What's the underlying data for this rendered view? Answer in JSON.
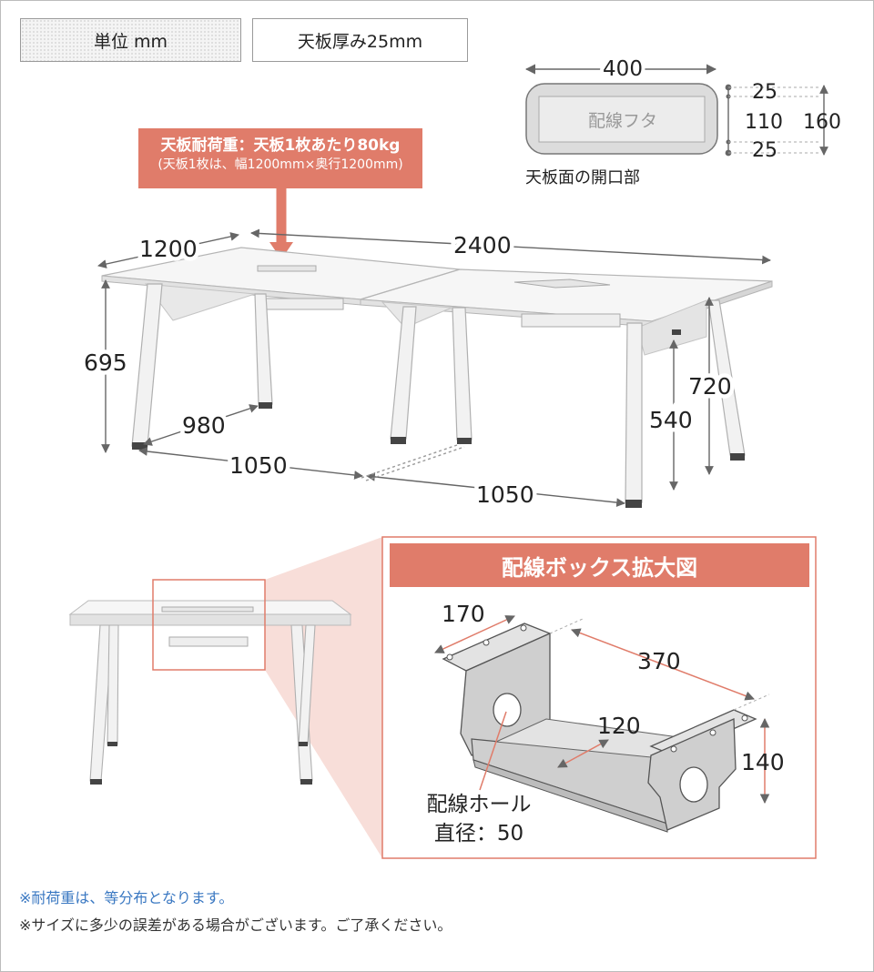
{
  "header": {
    "unit_label": "単位 mm",
    "thickness_label": "天板厚み25mm"
  },
  "load_callout": {
    "title": "天板耐荷重：天板1枚あたり80kg",
    "note": "(天板1枚は、幅1200mm×奥行1200mm)"
  },
  "opening": {
    "width": "400",
    "lid_label": "配線フタ",
    "top_margin": "25",
    "middle": "110",
    "total_depth": "160",
    "bottom_margin": "25",
    "caption": "天板面の開口部"
  },
  "table_dims": {
    "single_width": "1200",
    "total_width": "2400",
    "height_left": "695",
    "leg_span_inner": "980",
    "leg_span_left": "1050",
    "leg_span_right": "1050",
    "underside_height": "540",
    "total_height": "720"
  },
  "box_detail": {
    "title": "配線ボックス拡大図",
    "flange_width": "170",
    "length": "370",
    "tray_width": "120",
    "height": "140",
    "hole_label": "配線ホール",
    "hole_diameter": "直径：50"
  },
  "footnotes": {
    "load_note": "※耐荷重は、等分布となります。",
    "size_note": "※サイズに多少の誤差がある場合がございます。ご了承ください。"
  },
  "colors": {
    "accent": "#e07c6a",
    "note_blue": "#3a78c2",
    "line": "#777777"
  }
}
